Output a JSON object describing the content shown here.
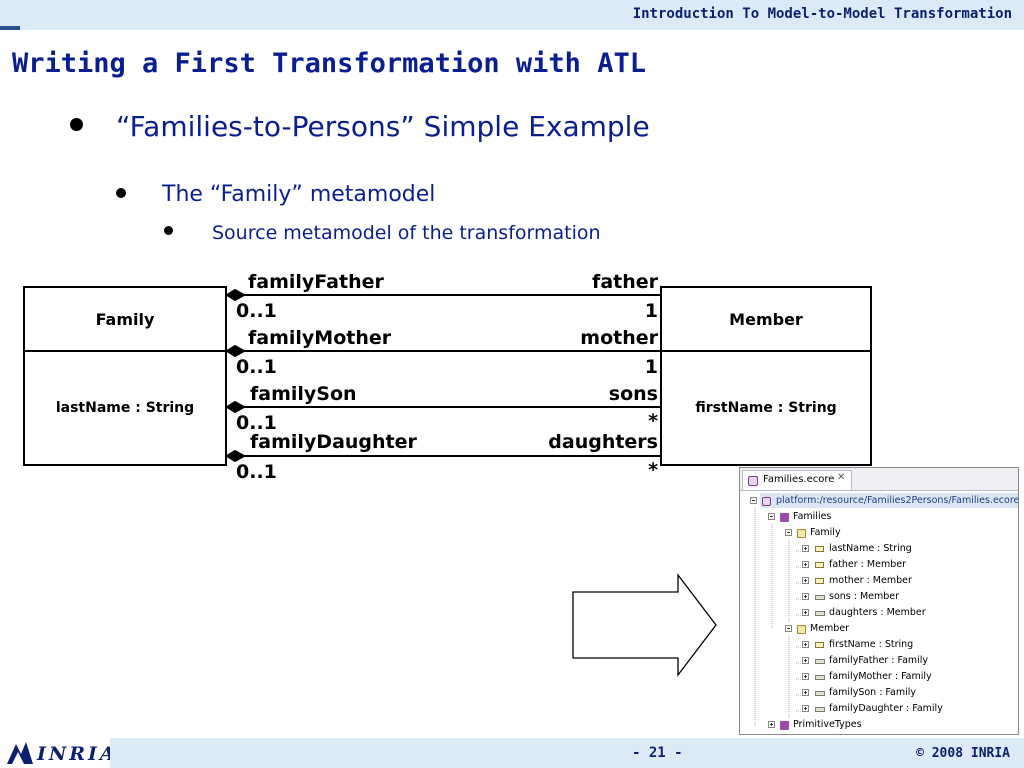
{
  "header": {
    "title": "Introduction To Model-to-Model Transformation"
  },
  "slide": {
    "title": "Writing a First Transformation with ATL",
    "bullet1": "“Families-to-Persons” Simple Example",
    "bullet2": "The “Family” metamodel",
    "bullet3": "Source metamodel of the transformation"
  },
  "uml": {
    "family": {
      "name": "Family",
      "attribute": "lastName : String"
    },
    "member": {
      "name": "Member",
      "attribute": "firstName : String"
    },
    "associations": [
      {
        "source_role": "familyFather",
        "source_mult": "0..1",
        "target_role": "father",
        "target_mult": "1"
      },
      {
        "source_role": "familyMother",
        "source_mult": "0..1",
        "target_role": "mother",
        "target_mult": "1"
      },
      {
        "source_role": "familySon",
        "source_mult": "0..1",
        "target_role": "sons",
        "target_mult": "*"
      },
      {
        "source_role": "familyDaughter",
        "source_mult": "0..1",
        "target_role": "daughters",
        "target_mult": "*"
      }
    ]
  },
  "ecore": {
    "tab_label": "Families.ecore",
    "tab_close": "✕",
    "tree": [
      {
        "label": "platform:/resource/Families2Persons/Families.ecore",
        "icon": "project-icon"
      },
      {
        "label": "Families",
        "icon": "package-icon"
      },
      {
        "label": "Family",
        "icon": "class-icon"
      },
      {
        "label": "lastName : String",
        "icon": "attribute-icon"
      },
      {
        "label": "father : Member",
        "icon": "attribute-icon"
      },
      {
        "label": "mother : Member",
        "icon": "attribute-icon"
      },
      {
        "label": "sons : Member",
        "icon": "reference-many-icon"
      },
      {
        "label": "daughters : Member",
        "icon": "reference-many-icon"
      },
      {
        "label": "Member",
        "icon": "class-icon"
      },
      {
        "label": "firstName : String",
        "icon": "attribute-icon"
      },
      {
        "label": "familyFather : Family",
        "icon": "reference-icon"
      },
      {
        "label": "familyMother : Family",
        "icon": "reference-icon"
      },
      {
        "label": "familySon : Family",
        "icon": "reference-icon"
      },
      {
        "label": "familyDaughter : Family",
        "icon": "reference-icon"
      },
      {
        "label": "PrimitiveTypes",
        "icon": "package-icon"
      }
    ]
  },
  "footer": {
    "logo": "INRIA",
    "page": "- 21 -",
    "copyright": "© 2008 INRIA"
  }
}
